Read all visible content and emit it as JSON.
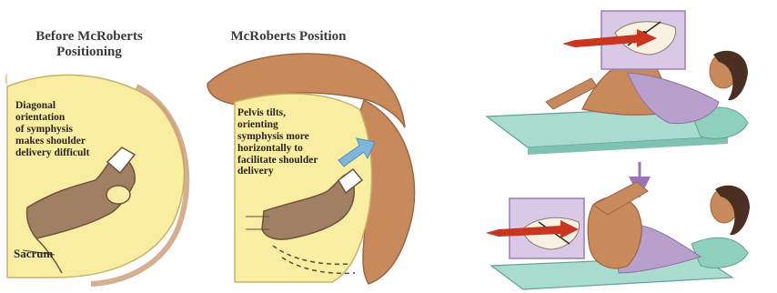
{
  "panels": {
    "before": {
      "title": "Before McRoberts\nPositioning",
      "caption": "Diagonal\norientation\nof symphysis\nmakes shoulder\ndelivery difficult",
      "sacrum_label": "Sacrum"
    },
    "mcroberts": {
      "title": "McRoberts Position",
      "caption": "Pelvis tilts,\norienting\nsymphysis more\nhorizontally to\nfacilitate shoulder\ndelivery"
    }
  },
  "colors": {
    "pelvis_fill": "#f8eda0",
    "skin": "#c98a5b",
    "bone": "#a07f62",
    "gown": "#b9a0cc",
    "inset": "#d9c8e6",
    "table": "#a9dccf",
    "pillow": "#8fd0bd",
    "red_arrow": "#c8361f",
    "blue_arrow": "#7fb6d9",
    "flow_arrow": "#9a75b8"
  },
  "icons": [
    "red-direction-arrow",
    "blue-direction-arrow",
    "down-flow-arrow"
  ]
}
